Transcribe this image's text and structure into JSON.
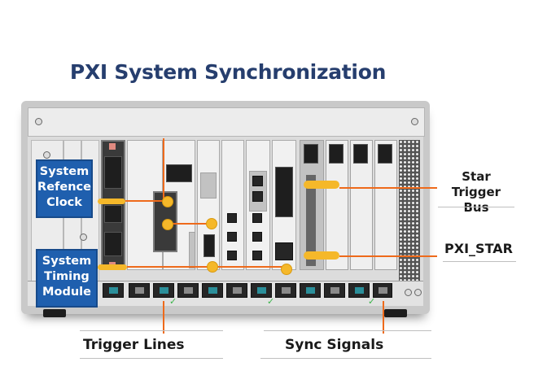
{
  "title": "PXI System Synchronization",
  "labels": {
    "system_reference_clock": [
      "System",
      "Refence",
      "Clock"
    ],
    "system_timing_module": [
      "System",
      "Timing",
      "Module"
    ],
    "star_trigger_bus": [
      "Star Trigger",
      "Bus"
    ],
    "pxi_star": "PXI_STAR",
    "trigger_lines": "Trigger Lines",
    "sync_signals": "Sync Signals"
  },
  "colors": {
    "title": "#263e6e",
    "label_box": "#1f5fae",
    "signal_line": "#ee6a1b",
    "connector": "#f5b82a",
    "port_led": "#2b8f9a",
    "status_check": "#3bb54a"
  },
  "icons": {
    "check": "✓"
  }
}
